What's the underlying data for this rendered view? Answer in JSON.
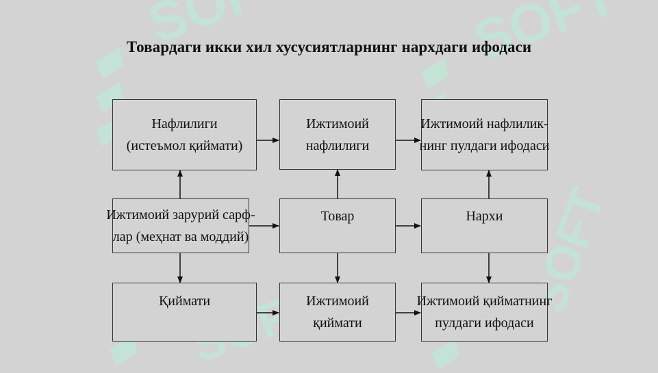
{
  "title": "Товардаги икки хил хусусиятларнинг нархдаги ифодаси",
  "boxes": {
    "utility": {
      "line1": "Нафлилиги",
      "line2": "(истеъмол қиймати)"
    },
    "social_utility": {
      "line1": "Ижтимоий",
      "line2": "нафлилиги"
    },
    "social_utility_money": {
      "line1": "Ижтимоий нафлилик-",
      "line2": "нинг пулдаги ифодаси"
    },
    "social_costs": {
      "line1": "Ижтимоий зарурий сарф-",
      "line2": "лар (меҳнат ва моддий)"
    },
    "product": {
      "line1": "Товар"
    },
    "price": {
      "line1": "Нархи"
    },
    "value": {
      "line1": "Қиймати"
    },
    "social_value": {
      "line1": "Ижтимоий",
      "line2": "қиймати"
    },
    "social_value_money": {
      "line1": "Ижтимоий қийматнинг",
      "line2": "пулдаги ифодаси"
    }
  },
  "watermark": {
    "text": "SOFT",
    "color": "#b8f0d8",
    "icon": "leaf-logo-icon"
  },
  "colors": {
    "background": "#d3d3d3",
    "border": "#333333",
    "arrow": "#111111"
  }
}
